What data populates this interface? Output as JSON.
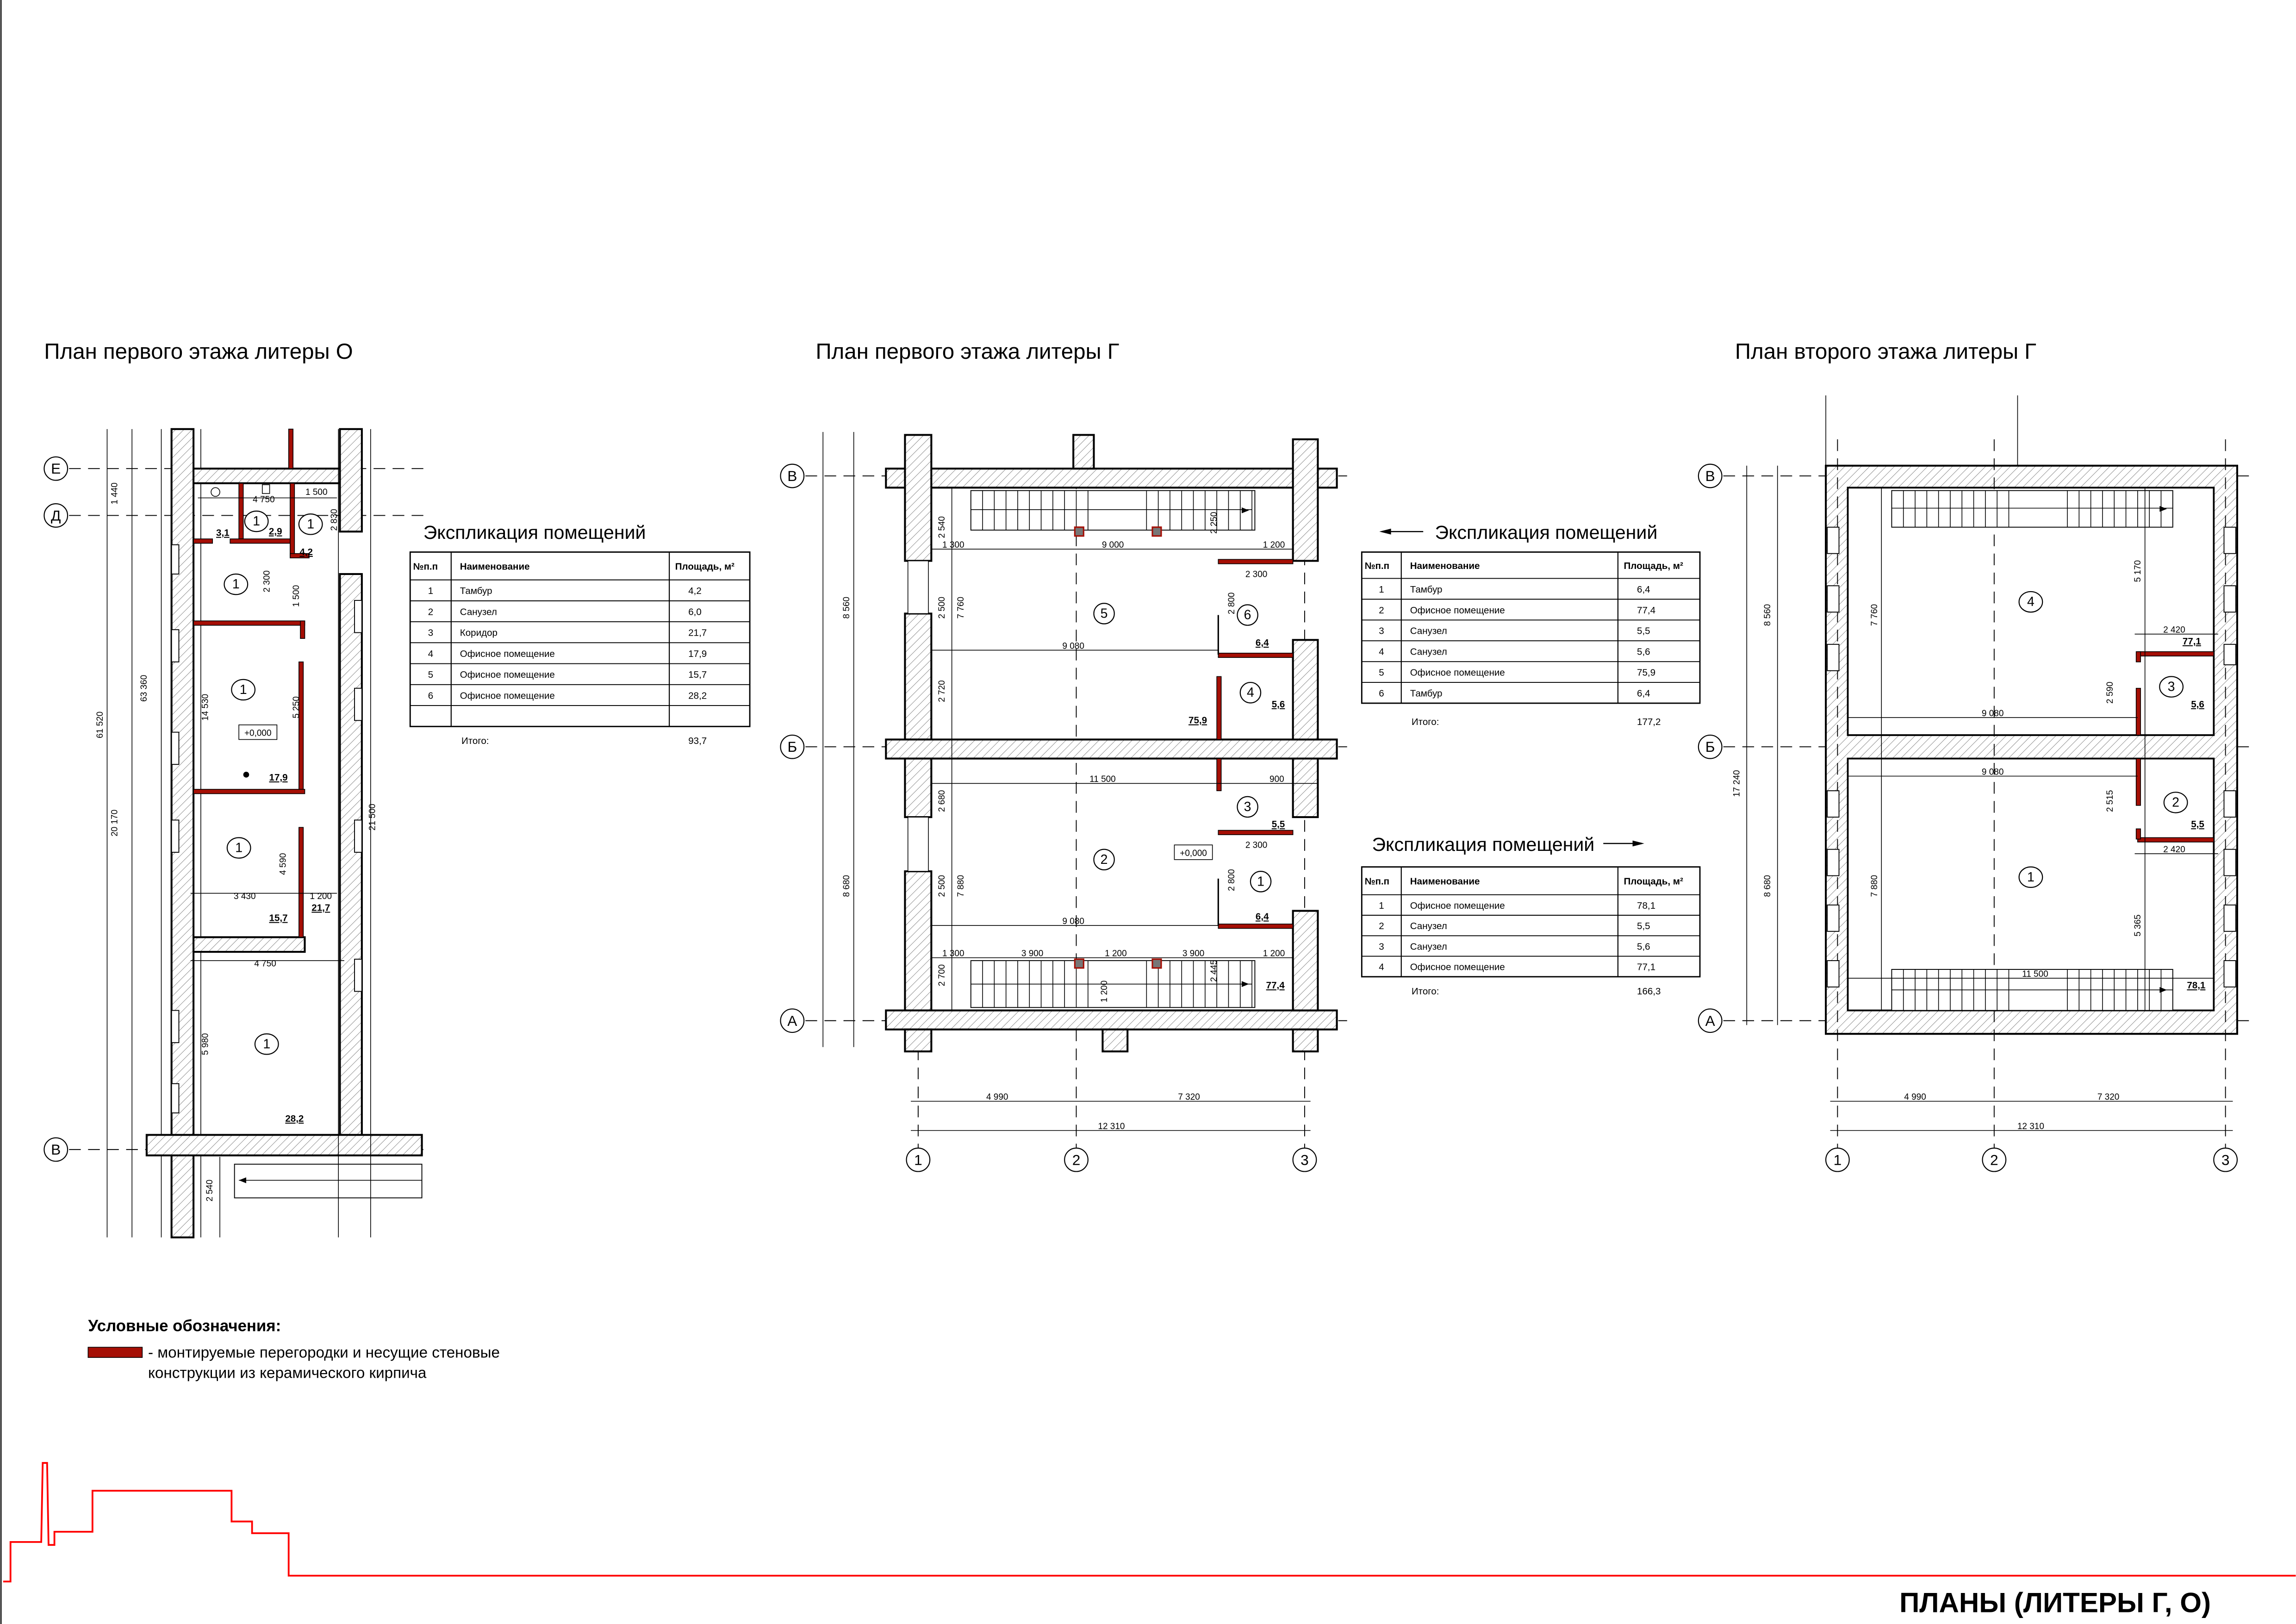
{
  "sheet_title": "ПЛАНЫ (ЛИТЕРЫ Г, О)",
  "colors": {
    "partition": "#a50f05",
    "frame": "#ff0000"
  },
  "plans": [
    {
      "title": "План первого этажа литеры О",
      "axes": {
        "rows": [
          "Е",
          "Д",
          "В"
        ]
      },
      "rooms": [
        "1",
        "1",
        "1",
        "1",
        "1",
        "1"
      ],
      "areas": [
        "3,1",
        "2,9",
        "4,2",
        "17,9",
        "15,7",
        "21,7",
        "28,2"
      ],
      "level": "+0,000",
      "dims": [
        "1 440",
        "61 520",
        "63 360",
        "20 170",
        "4 750",
        "1 500",
        "2 830",
        "2 300",
        "1 500",
        "14 530",
        "5 250",
        "4 590",
        "3 430",
        "1 200",
        "21 500",
        "4 750",
        "5 980",
        "2 540"
      ]
    },
    {
      "title": "План первого этажа литеры Г",
      "axes": {
        "rows": [
          "В",
          "Б",
          "А"
        ],
        "cols": [
          "1",
          "2",
          "3"
        ]
      },
      "rooms": [
        "5",
        "6",
        "4",
        "3",
        "2",
        "1"
      ],
      "areas": [
        "6,4",
        "5,6",
        "75,9",
        "5,5",
        "6,4",
        "77,4"
      ],
      "level": "+0,000",
      "dims": [
        "8 560",
        "8 680",
        "2 540",
        "1 300",
        "9 000",
        "1 200",
        "2 250",
        "2 300",
        "2 500",
        "7 760",
        "2 800",
        "9 080",
        "2 720",
        "11 500",
        "900",
        "2 680",
        "2 300",
        "2 500",
        "7 880",
        "2 800",
        "9 080",
        "1 300",
        "3 900",
        "1 200",
        "3 900",
        "1 200",
        "2 700",
        "1 200",
        "2 445",
        "4 990",
        "7 320",
        "12 310"
      ]
    },
    {
      "title": "План второго этажа литеры Г",
      "axes": {
        "rows": [
          "В",
          "Б",
          "А"
        ],
        "cols": [
          "1",
          "2",
          "3"
        ]
      },
      "rooms": [
        "4",
        "3",
        "2",
        "1"
      ],
      "areas": [
        "77,1",
        "5,6",
        "5,5",
        "78,1"
      ],
      "dims": [
        "8 560",
        "17 240",
        "8 680",
        "5 170",
        "2 420",
        "7 760",
        "2 590",
        "9 080",
        "9 080",
        "2 515",
        "2 420",
        "7 880",
        "5 365",
        "11 500",
        "4 990",
        "7 320",
        "12 310"
      ]
    }
  ],
  "tables": [
    {
      "title": "Экспликация помещений",
      "headers": [
        "№п.п",
        "Наименование",
        "Площадь, м²"
      ],
      "rows": [
        [
          "1",
          "Тамбур",
          "4,2"
        ],
        [
          "2",
          "Санузел",
          "6,0"
        ],
        [
          "3",
          "Коридор",
          "21,7"
        ],
        [
          "4",
          "Офисное помещение",
          "17,9"
        ],
        [
          "5",
          "Офисное помещение",
          "15,7"
        ],
        [
          "6",
          "Офисное помещение",
          "28,2"
        ]
      ],
      "total_label": "Итого:",
      "total": "93,7"
    },
    {
      "title": "Экспликация помещений",
      "headers": [
        "№п.п",
        "Наименование",
        "Площадь, м²"
      ],
      "rows": [
        [
          "1",
          "Тамбур",
          "6,4"
        ],
        [
          "2",
          "Офисное помещение",
          "77,4"
        ],
        [
          "3",
          "Санузел",
          "5,5"
        ],
        [
          "4",
          "Санузел",
          "5,6"
        ],
        [
          "5",
          "Офисное помещение",
          "75,9"
        ],
        [
          "6",
          "Тамбур",
          "6,4"
        ]
      ],
      "total_label": "Итого:",
      "total": "177,2"
    },
    {
      "title": "Экспликация помещений",
      "headers": [
        "№п.п",
        "Наименование",
        "Площадь, м²"
      ],
      "rows": [
        [
          "1",
          "Офисное помещение",
          "78,1"
        ],
        [
          "2",
          "Санузел",
          "5,5"
        ],
        [
          "3",
          "Санузел",
          "5,6"
        ],
        [
          "4",
          "Офисное помещение",
          "77,1"
        ]
      ],
      "total_label": "Итого:",
      "total": "166,3"
    }
  ],
  "legend": {
    "title": "Условные обозначения:",
    "line1": "- монтируемые перегородки и несущие стеновые",
    "line2": "конструкции из керамического кирпича"
  }
}
